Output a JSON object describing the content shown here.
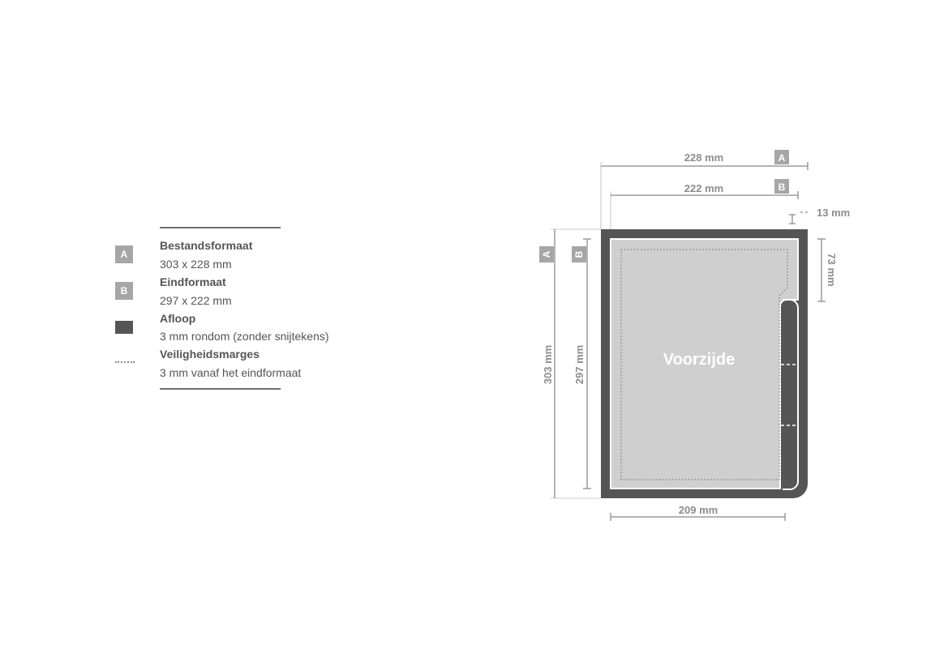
{
  "legend": {
    "items": [
      {
        "badge": "A",
        "title": "Bestandsformaat",
        "desc": "303 x 228 mm"
      },
      {
        "badge": "B",
        "title": "Eindformaat",
        "desc": "297 x 222 mm"
      },
      {
        "swatch": "dark",
        "title": "Afloop",
        "desc": "3 mm rondom (zonder snijtekens)"
      },
      {
        "swatch": "dotted",
        "title": "Veiligheidsmarges",
        "desc": "3 mm vanaf het eindformaat"
      }
    ]
  },
  "diagram": {
    "width_a": "228 mm",
    "width_b": "222 mm",
    "tab_offset": "13 mm",
    "tab_height": "73 mm",
    "height_a": "303 mm",
    "height_b": "297 mm",
    "bottom_width": "209 mm",
    "badge_a": "A",
    "badge_b": "B",
    "center_label": "Voorzijde"
  },
  "colors": {
    "bleed": "#555555",
    "trim": "#cfcfcf",
    "dimension": "#9b9b9b",
    "badge": "#a6a6a6"
  }
}
